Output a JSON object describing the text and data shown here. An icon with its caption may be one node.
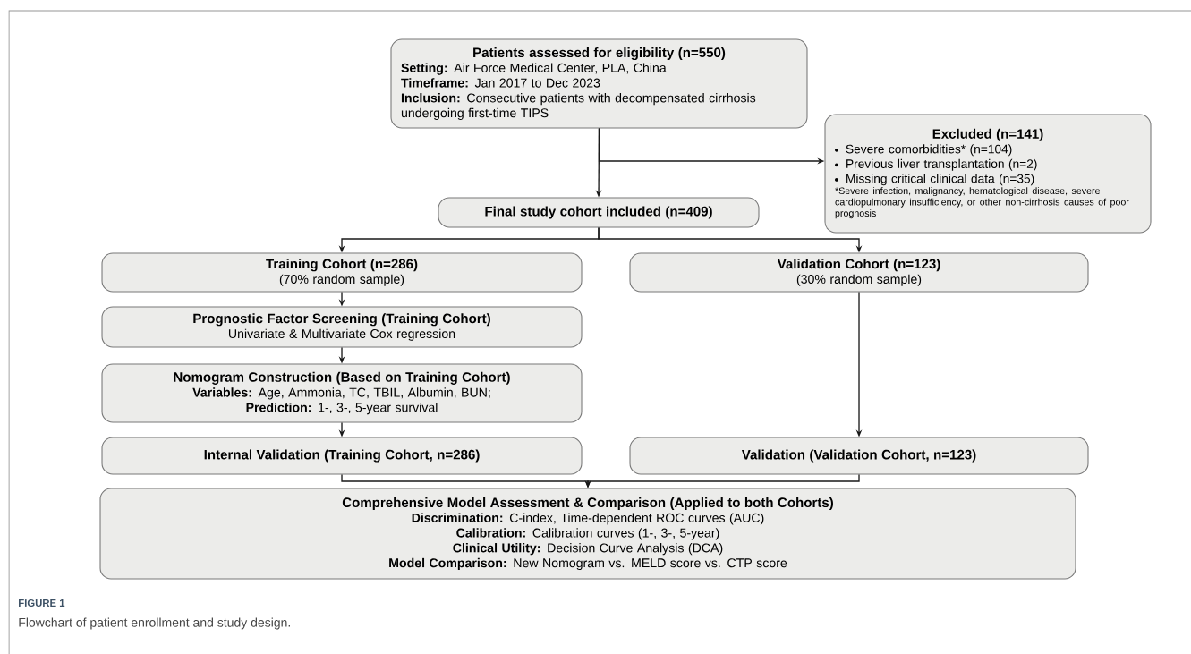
{
  "diagram": {
    "caption": "Flowchart of patient enrollment and study design.",
    "nodes": [
      {
        "text": [
          "Patients assessed for eligibility (n=550)",
          "**Setting:** Air Force Medical Center, PLA, China",
          "**Timeframe:** Jan 2017 to Dec 2023",
          "**Inclusion:** Consecutive patients with decompensated cirrhosis undergoing first-time TIPS"
        ]
      },
      {
        "text": [
          "Excluded (n=141)",
          "Severe comorbidities* (n=104)",
          "Previous liver transplantation (n=2)",
          "Missing critical clinical data (n=35)",
          "*Severe infection, malignancy, hematological disease, severe cardiopulmonary insufficiency, or other non-cirrhosis causes of poor prognosis"
        ]
      },
      {
        "text": [
          "Final study cohort included (n=409)"
        ]
      },
      {
        "text": [
          "Training Cohort (n=286)",
          "(70% random sample)"
        ]
      },
      {
        "text": [
          "Validation Cohort (n=123)",
          "(30% random sample)"
        ]
      },
      {
        "text": [
          "Prognostic Factor Screening (Training Cohort)",
          "Univariate & Multivariate Cox regression"
        ]
      },
      {
        "text": [
          "Nomogram Construction (Based on Training Cohort)",
          "**Variables:** Age, Ammonia, TC, TBIL, Albumin, BUN;",
          "**Prediction:** 1-, 3-, 5-year survival"
        ]
      },
      {
        "text": [
          "Internal Validation (Training Cohort, n=286)"
        ]
      },
      {
        "text": [
          "Validation (Validation Cohort, n=123)"
        ]
      },
      {
        "text": [
          "Comprehensive Model Assessment & Comparison (Applied to both Cohorts)",
          "**Discrimination:** C-index, Time-dependent ROC curves (AUC)",
          "**Calibration:** Calibration curves (1-, 3-, 5-year)",
          "**Clinical Utility:** Decision Curve Analysis (DCA)",
          "**Model Comparison:** New Nomogram vs. MELD score vs. CTP score"
        ]
      }
    ],
    "edges": [
      {
        "from": 0,
        "to": 2,
        "arrow": "to"
      },
      {
        "from": 0,
        "to": 1,
        "arrow": "to"
      },
      {
        "from": 2,
        "to": 3,
        "arrow": "to"
      },
      {
        "from": 2,
        "to": 4,
        "arrow": "to"
      },
      {
        "from": 3,
        "to": 5,
        "arrow": "to"
      },
      {
        "from": 5,
        "to": 6,
        "arrow": "to"
      },
      {
        "from": 6,
        "to": 7,
        "arrow": "to"
      },
      {
        "from": 4,
        "to": 8,
        "arrow": "to"
      },
      {
        "from": 7,
        "to": 9,
        "arrow": "to"
      },
      {
        "from": 8,
        "to": 9,
        "arrow": "to"
      }
    ],
    "labels": [
      "FIGURE 1"
    ]
  }
}
